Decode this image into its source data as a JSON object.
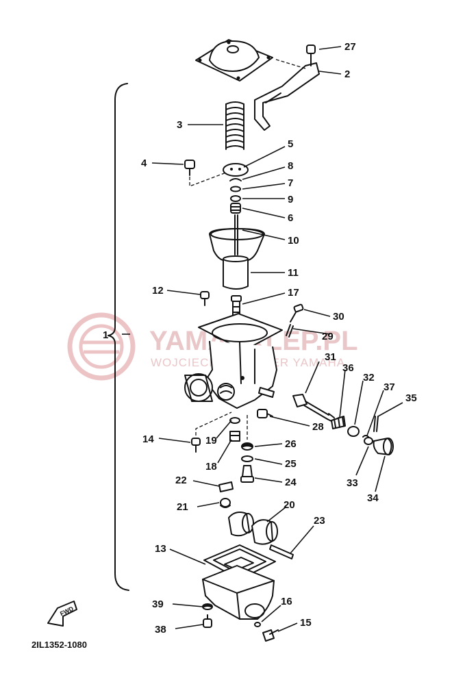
{
  "diagram": {
    "drawing_code": "2IL1352-1080",
    "direction_label": "FWD",
    "watermark": {
      "brand": "YAMASKLEP.PL",
      "subtitle": "WOJCIECH … DEALER YAMAHA"
    },
    "assembly_label": "1",
    "callouts": [
      "2",
      "3",
      "4",
      "5",
      "6",
      "7",
      "8",
      "9",
      "10",
      "11",
      "12",
      "13",
      "14",
      "15",
      "16",
      "17",
      "18",
      "19",
      "20",
      "21",
      "22",
      "23",
      "24",
      "25",
      "26",
      "27",
      "28",
      "29",
      "30",
      "31",
      "32",
      "33",
      "34",
      "35",
      "36",
      "37",
      "38",
      "39"
    ]
  }
}
